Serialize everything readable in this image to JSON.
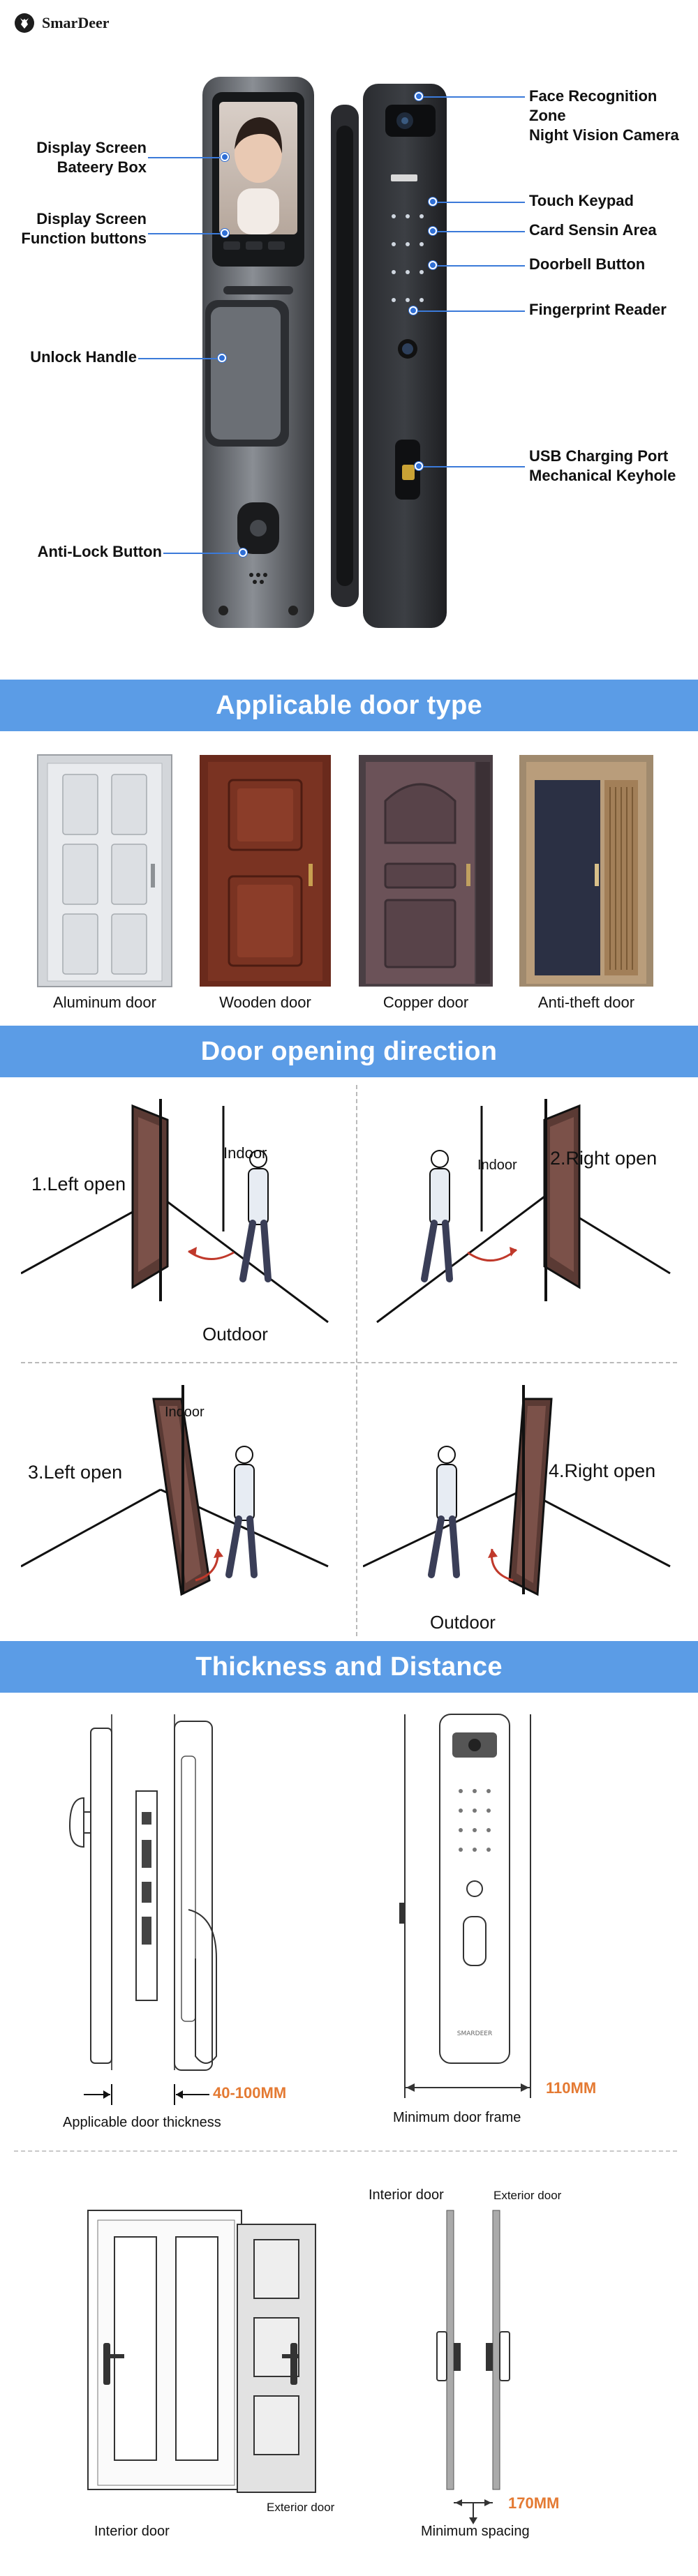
{
  "brand": {
    "name": "SmarDeer"
  },
  "hero": {
    "callouts_left": {
      "display_screen_battery": "Display Screen\nBateery Box",
      "display_screen_buttons": "Display Screen\nFunction buttons",
      "unlock_handle": "Unlock Handle",
      "anti_lock_button": "Anti-Lock Button"
    },
    "callouts_right": {
      "face_recognition": "Face Recognition Zone\nNight Vision Camera",
      "touch_keypad": "Touch Keypad",
      "card_sensing": "Card Sensin Area",
      "doorbell": "Doorbell Button",
      "fingerprint": "Fingerprint Reader",
      "usb_keyhole": "USB Charging Port\nMechanical Keyhole"
    }
  },
  "sections": {
    "door_type": "Applicable door type",
    "opening_direction": "Door opening direction",
    "thickness": "Thickness and Distance"
  },
  "doors": [
    {
      "label": "Aluminum door"
    },
    {
      "label": "Wooden door"
    },
    {
      "label": "Copper door"
    },
    {
      "label": "Anti-theft door"
    }
  ],
  "direction": {
    "q1": {
      "label": "1.Left open",
      "indoor": "Indoor",
      "outdoor": "Outdoor"
    },
    "q2": {
      "label": "2.Right open",
      "indoor": "Indoor"
    },
    "q3": {
      "label": "3.Left open",
      "indoor": "Indoor"
    },
    "q4": {
      "label": "4.Right open",
      "outdoor": "Outdoor"
    }
  },
  "thickness": {
    "door_thickness_value": "40-100MM",
    "door_thickness_caption": "Applicable door thickness",
    "frame_value": "110MM",
    "frame_caption": "Minimum door frame",
    "interior_door_top": "Interior door",
    "exterior_door_top": "Exterior door",
    "exterior_door_bottom": "Exterior door",
    "interior_door_bottom": "Interior door",
    "spacing_value": "170MM",
    "spacing_caption": "Minimum spacing",
    "lock_brand_mark": "SMARDEER"
  },
  "colors": {
    "banner": "#5b9ce6",
    "accent_orange": "#e47a33",
    "leader_blue": "#3b7ad9"
  }
}
